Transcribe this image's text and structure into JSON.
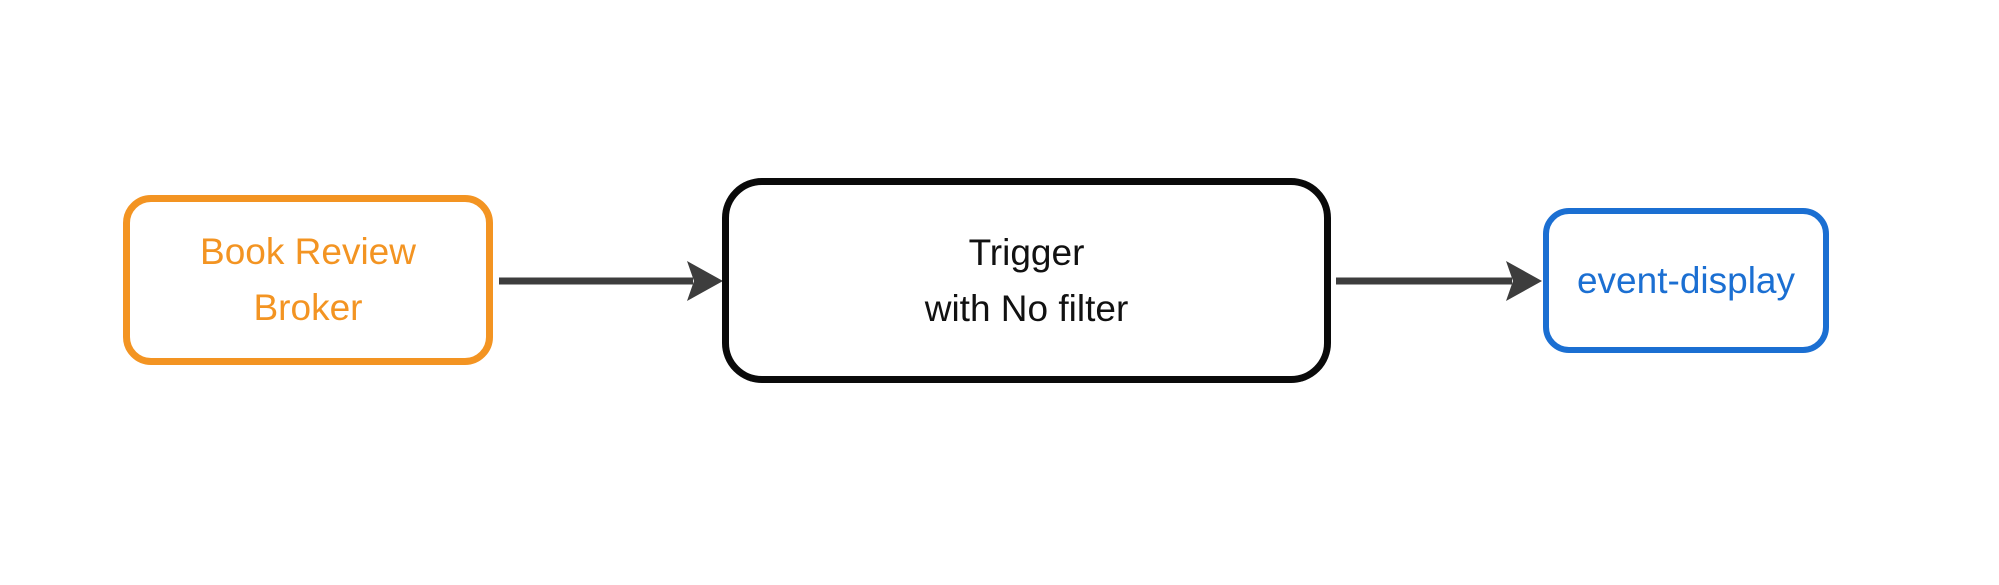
{
  "colors": {
    "orange": "#F39422",
    "black": "#0A0A0A",
    "blue": "#1B6FD2",
    "arrow": "#3D3D3D",
    "bg": "#FFFFFF",
    "text-dark": "#111111"
  },
  "diagram": {
    "type": "flow-diagram",
    "nodes": {
      "broker": {
        "line1": "Book Review",
        "line2": "Broker",
        "border_color": "#F39422",
        "text_color": "#F39422"
      },
      "trigger": {
        "line1": "Trigger",
        "line2": "with No filter",
        "border_color": "#0A0A0A",
        "text_color": "#111111"
      },
      "event_display": {
        "label": "event-display",
        "border_color": "#1B6FD2",
        "text_color": "#1B6FD2"
      }
    },
    "edges": [
      {
        "from": "broker",
        "to": "trigger",
        "color": "#3D3D3D"
      },
      {
        "from": "trigger",
        "to": "event_display",
        "color": "#3D3D3D"
      }
    ]
  }
}
